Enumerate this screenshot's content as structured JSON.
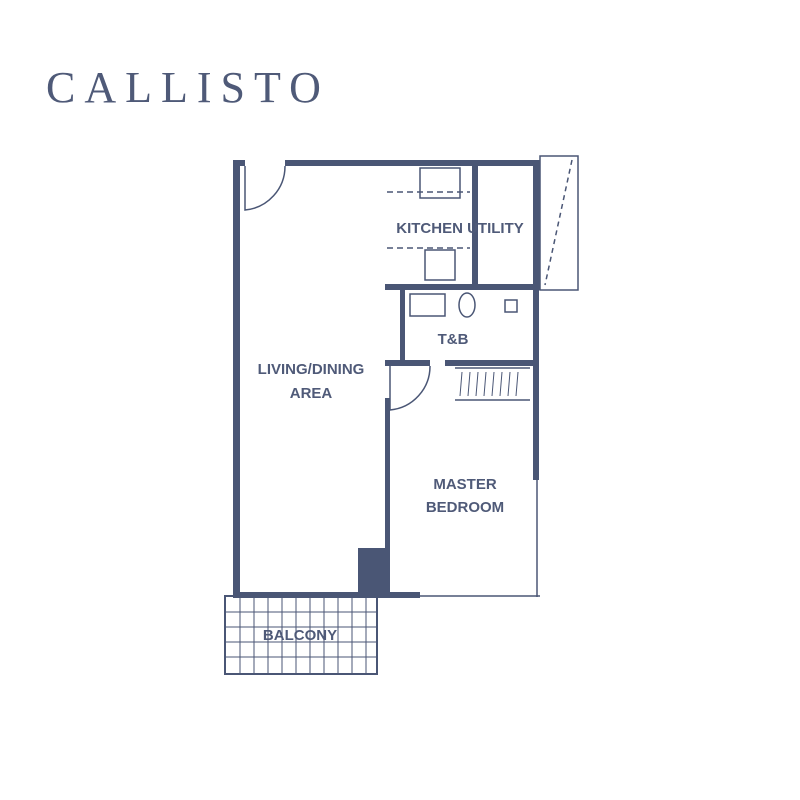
{
  "brand": {
    "logo_text": "CALLISTO"
  },
  "floor_plan": {
    "wall_color": "#4a5675",
    "rooms": {
      "kitchen_utility": "KITCHEN UTILITY",
      "tb": "T&B",
      "living_line1": "LIVING/DINING",
      "living_line2": "AREA",
      "bedroom_line1": "MASTER",
      "bedroom_line2": "BEDROOM",
      "balcony": "BALCONY"
    }
  }
}
